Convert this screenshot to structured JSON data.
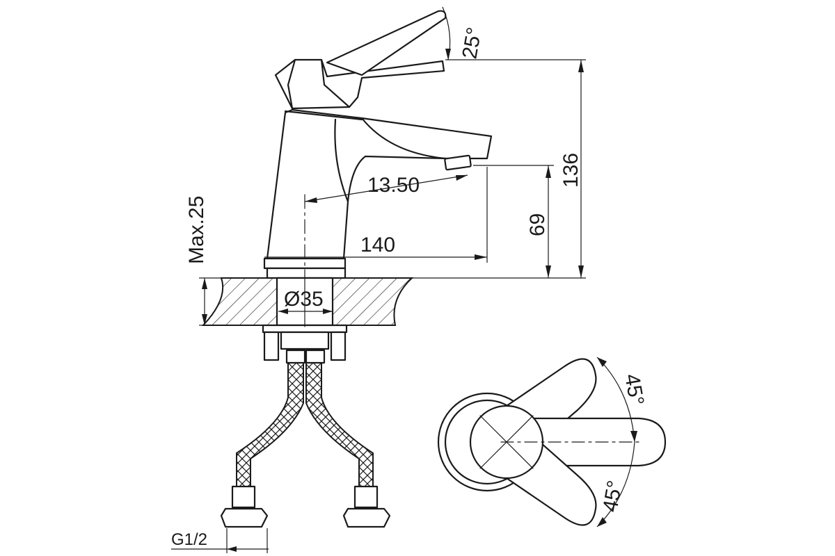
{
  "dimensions": {
    "lever_tilt_angle": "25°",
    "overall_height": "136",
    "spout_height": "69",
    "spout_angle_offset": "13.50",
    "spout_reach": "140",
    "max_counter_thickness": "Max.25",
    "mount_hole_diameter": "Ø35",
    "thread_size": "G1/2",
    "lever_rotation_upper": "45°",
    "lever_rotation_lower": "45°"
  }
}
